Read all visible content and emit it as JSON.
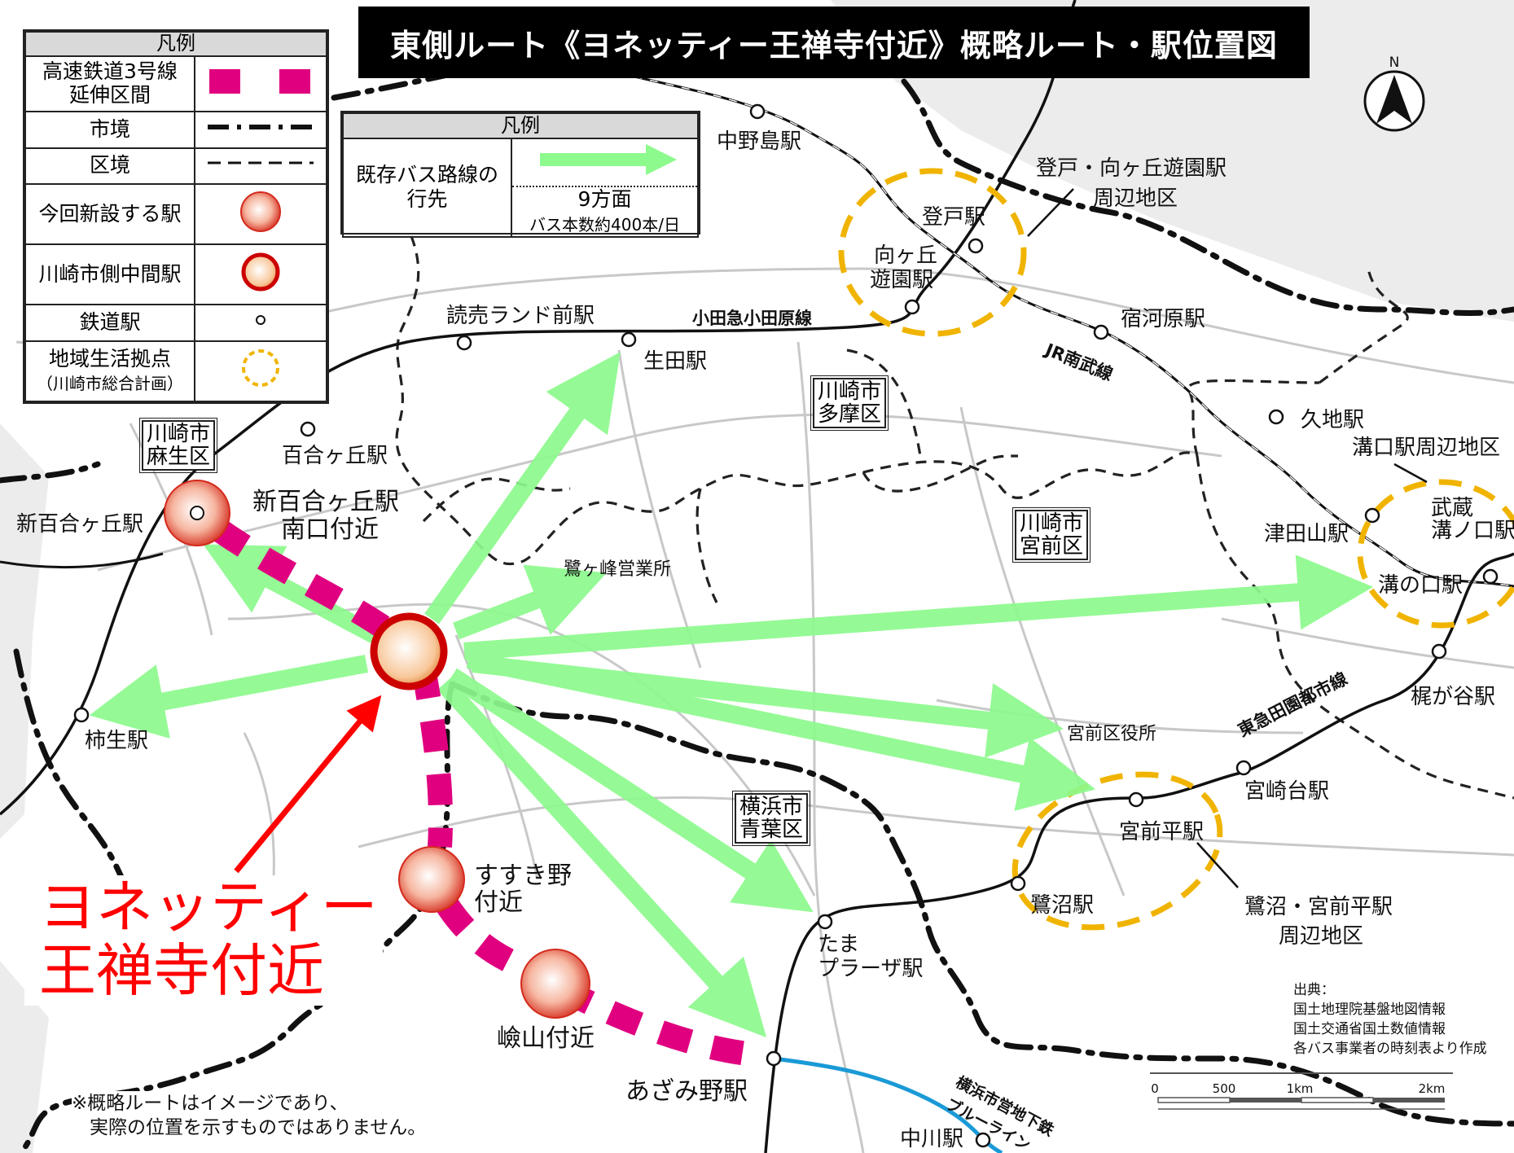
{
  "title": "東側ルート《ヨネッティー王禅寺付近》概略ルート・駅位置図",
  "legend": {
    "header": "凡例",
    "extension_line": [
      "高速鉄道3号線",
      "延伸区間"
    ],
    "city_border": "市境",
    "ward_border": "区境",
    "new_station": "今回新設する駅",
    "intermediate_station": "川崎市側中間駅",
    "railway_station": "鉄道駅",
    "hub": [
      "地域生活拠点",
      "（川崎市総合計画）"
    ]
  },
  "bus_legend": {
    "header": "凡例",
    "label": [
      "既存バス路線の",
      "行先"
    ],
    "directions": "9方面",
    "frequency": "バス本数約400本/日"
  },
  "focus": {
    "label": [
      "ヨネッティー",
      "王禅寺付近"
    ]
  },
  "stations": {
    "nakanoshima": "中野島駅",
    "noborito": "登戸駅",
    "mukogaoka": [
      "向ヶ丘",
      "遊園駅"
    ],
    "yomiuriland": "読売ランド前駅",
    "ikuta": "生田駅",
    "yurigaoka": "百合ヶ丘駅",
    "shinyurigaoka": "新百合ヶ丘駅",
    "kakio": "柿生駅",
    "shukugawara": "宿河原駅",
    "kuji": "久地駅",
    "tsudayama": "津田山駅",
    "mizonokuchi": "溝の口駅",
    "musashi_mizonokuchi": [
      "武蔵",
      "溝ノ口駅"
    ],
    "kajigaya": "梶が谷駅",
    "miyazakidai": "宮崎台駅",
    "miyamaedaira": "宮前平駅",
    "saginuma": "鷺沼駅",
    "tamaplaza": [
      "たま",
      "プラーザ駅"
    ],
    "azamino": "あざみ野駅",
    "nakagawa": "中川駅"
  },
  "new_stations": {
    "shinyuri_south": [
      "新百合ヶ丘駅",
      "南口付近"
    ],
    "susukino": [
      "すすき野",
      "付近"
    ],
    "kemiyama": "嶮山付近"
  },
  "places": {
    "saginumine": "鷺ヶ峰営業所",
    "miyamae_office": "宮前区役所"
  },
  "districts": {
    "noborito_area": [
      "登戸・向ヶ丘遊園駅",
      "周辺地区"
    ],
    "mizonokuchi_area": "溝口駅周辺地区",
    "saginuma_area": [
      "鷺沼・宮前平駅",
      "周辺地区"
    ]
  },
  "wards": {
    "asao": [
      "川崎市",
      "麻生区"
    ],
    "tama": [
      "川崎市",
      "多摩区"
    ],
    "miyamae": [
      "川崎市",
      "宮前区"
    ],
    "aoba": [
      "横浜市",
      "青葉区"
    ]
  },
  "lines": {
    "odakyu": "小田急小田原線",
    "jr_nambu": "JR南武線",
    "tokyu": "東急田園都市線",
    "blue_line": [
      "横浜市営地下鉄",
      "ブルーライン"
    ]
  },
  "compass": "N",
  "scale": [
    "0",
    "500",
    "1km",
    "2km"
  ],
  "source": [
    "出典：",
    "国土地理院基盤地図情報",
    "国土交通省国土数値情報",
    "各バス事業者の時刻表より作成"
  ],
  "note": [
    "※概略ルートはイメージであり、",
    "実際の位置を示すものではありません。"
  ],
  "colors": {
    "extension": "#e0007f",
    "bus_arrow": "#8dfa8d",
    "hub_ring": "#f0b400",
    "focus_arrow": "#ff0000",
    "subway": "#1a9ad6"
  }
}
